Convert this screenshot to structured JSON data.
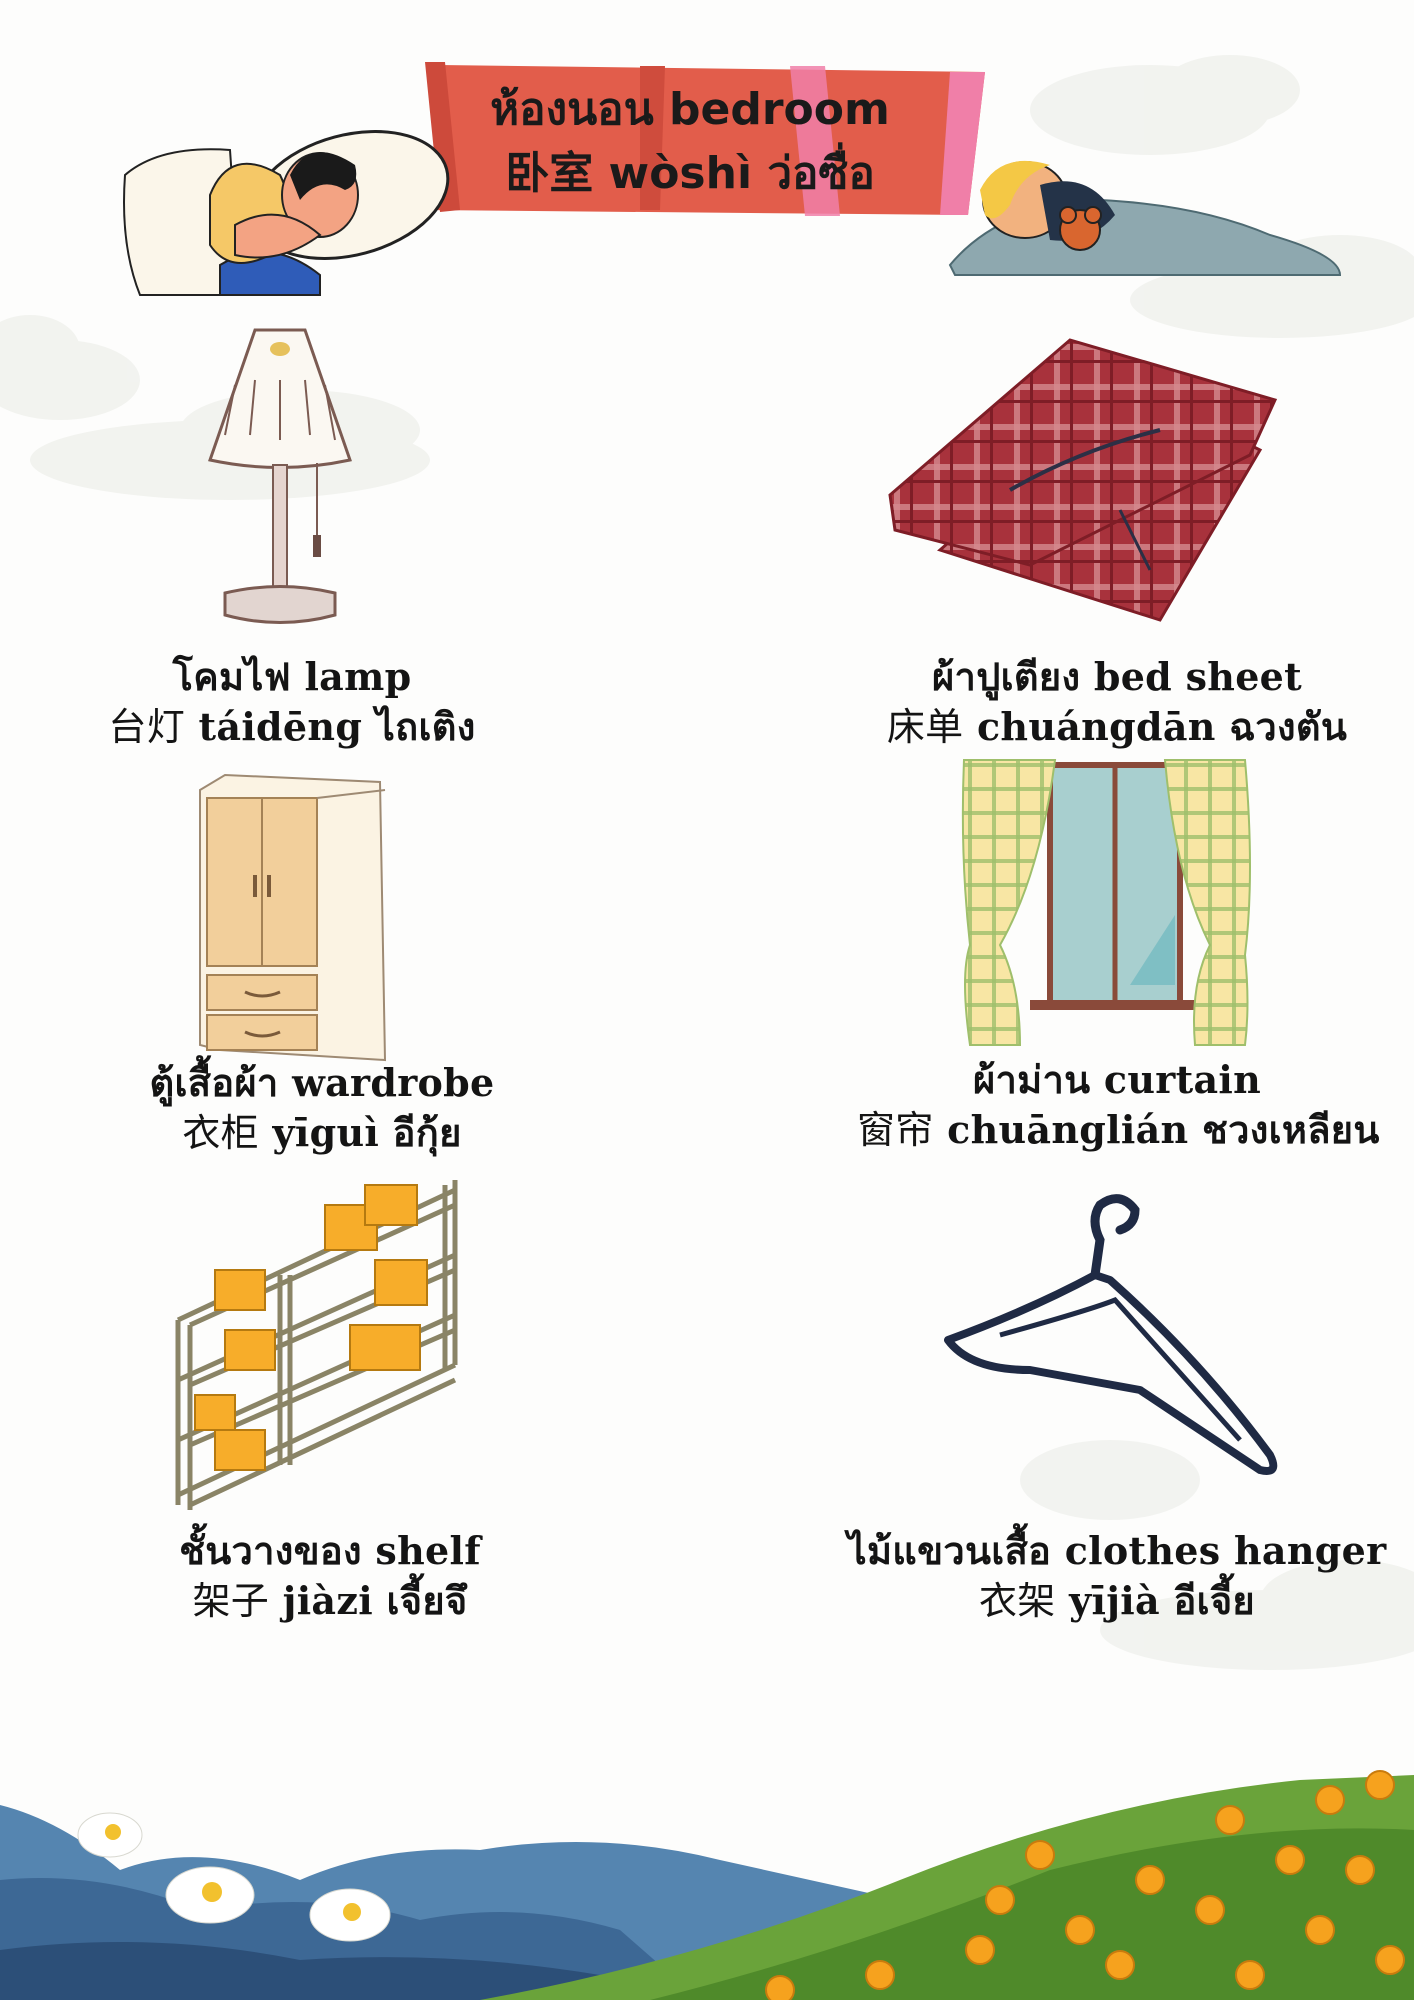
{
  "title": {
    "line1": "ห้องนอน bedroom",
    "line2_zh": "卧室",
    "line2_rest": "wòshì ว่อซื่อ"
  },
  "items": [
    {
      "icon": "lamp",
      "line1": "โคมไฟ lamp",
      "zh": "台灯",
      "rest": "táidēng ไถเติง"
    },
    {
      "icon": "bed-sheet",
      "line1": "ผ้าปูเตียง bed sheet",
      "zh": "床单",
      "rest": "chuángdān ฉวงตัน"
    },
    {
      "icon": "wardrobe",
      "line1": "ตู้เสื้อผ้า wardrobe",
      "zh": "衣柜",
      "rest": "yīguì อีกุ้ย"
    },
    {
      "icon": "curtain",
      "line1": "ผ้าม่าน curtain",
      "zh": "窗帘",
      "rest": "chuānglián ชวงเหลียน"
    },
    {
      "icon": "shelf",
      "line1": "ชั้นวางของ shelf",
      "zh": "架子",
      "rest": "jiàzi เจี้ยจึ"
    },
    {
      "icon": "clothes-hanger",
      "line1": "ไม้แขวนเสื้อ clothes hanger",
      "zh": "衣架",
      "rest": "yījià อีเจี้ย"
    }
  ],
  "colors": {
    "banner": "#e25d4b",
    "banner_accent": "#f07fa8",
    "mountain": "#5585b0",
    "grass": "#6aa33a",
    "flower": "#f6a21e"
  }
}
